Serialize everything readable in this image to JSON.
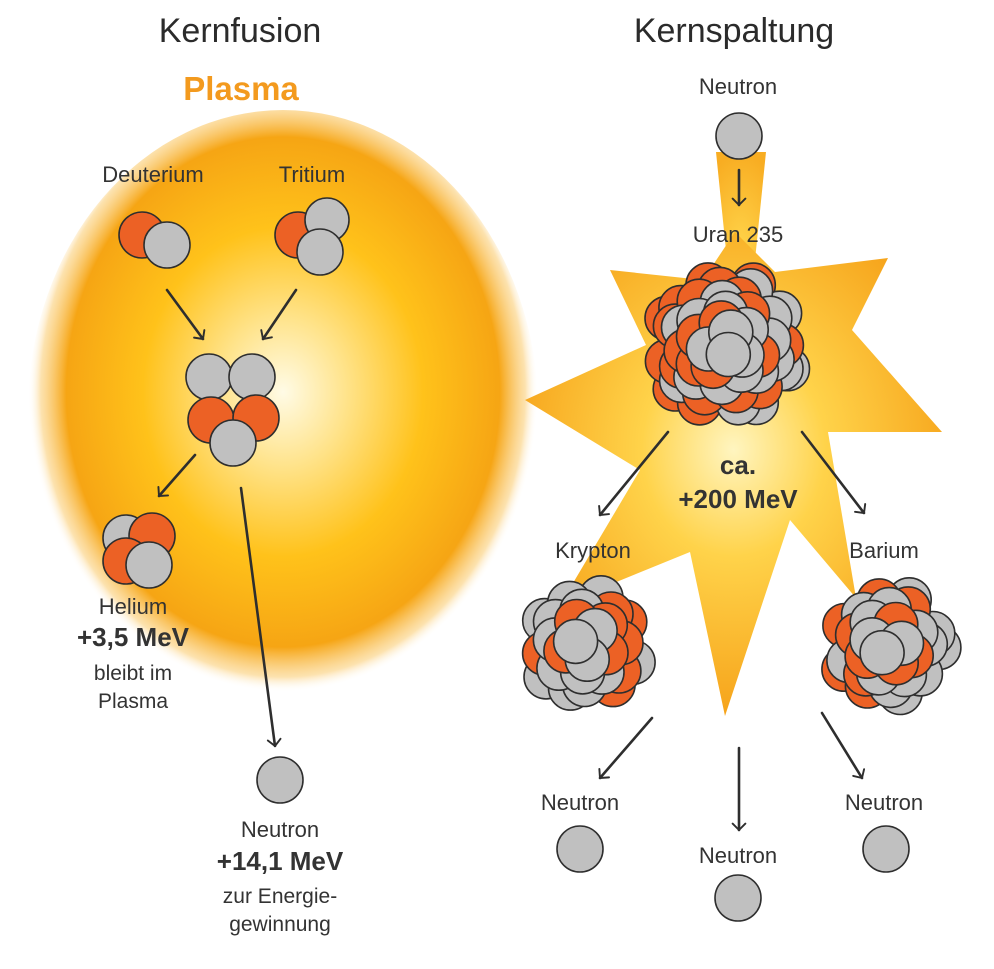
{
  "titles": {
    "fusion": "Kernfusion",
    "fission": "Kernspaltung"
  },
  "fusion": {
    "plasma_label": "Plasma",
    "deuterium_label": "Deuterium",
    "tritium_label": "Tritium",
    "helium_label": "Helium",
    "helium_energy": "+3,5 MeV",
    "helium_note_line1": "bleibt im",
    "helium_note_line2": "Plasma",
    "neutron_label": "Neutron",
    "neutron_energy": "+14,1 MeV",
    "neutron_note_line1": "zur Energie-",
    "neutron_note_line2": "gewinnung"
  },
  "fission": {
    "neutron_in_label": "Neutron",
    "uranium_label": "Uran 235",
    "energy_line1": "ca.",
    "energy_line2": "+200 MeV",
    "krypton_label": "Krypton",
    "barium_label": "Barium",
    "neutron_left_label": "Neutron",
    "neutron_middle_label": "Neutron",
    "neutron_right_label": "Neutron"
  },
  "colors": {
    "proton": "#ec6125",
    "neutron": "#c0c0c0",
    "outline": "#2e2e2e",
    "plasma_core": "#fffbe6",
    "plasma_mid": "#ffc21a",
    "plasma_edge": "#f29a12",
    "burst_core": "#fff3b5",
    "burst_edge": "#f7a51c",
    "arrow": "#2e2e2e"
  }
}
